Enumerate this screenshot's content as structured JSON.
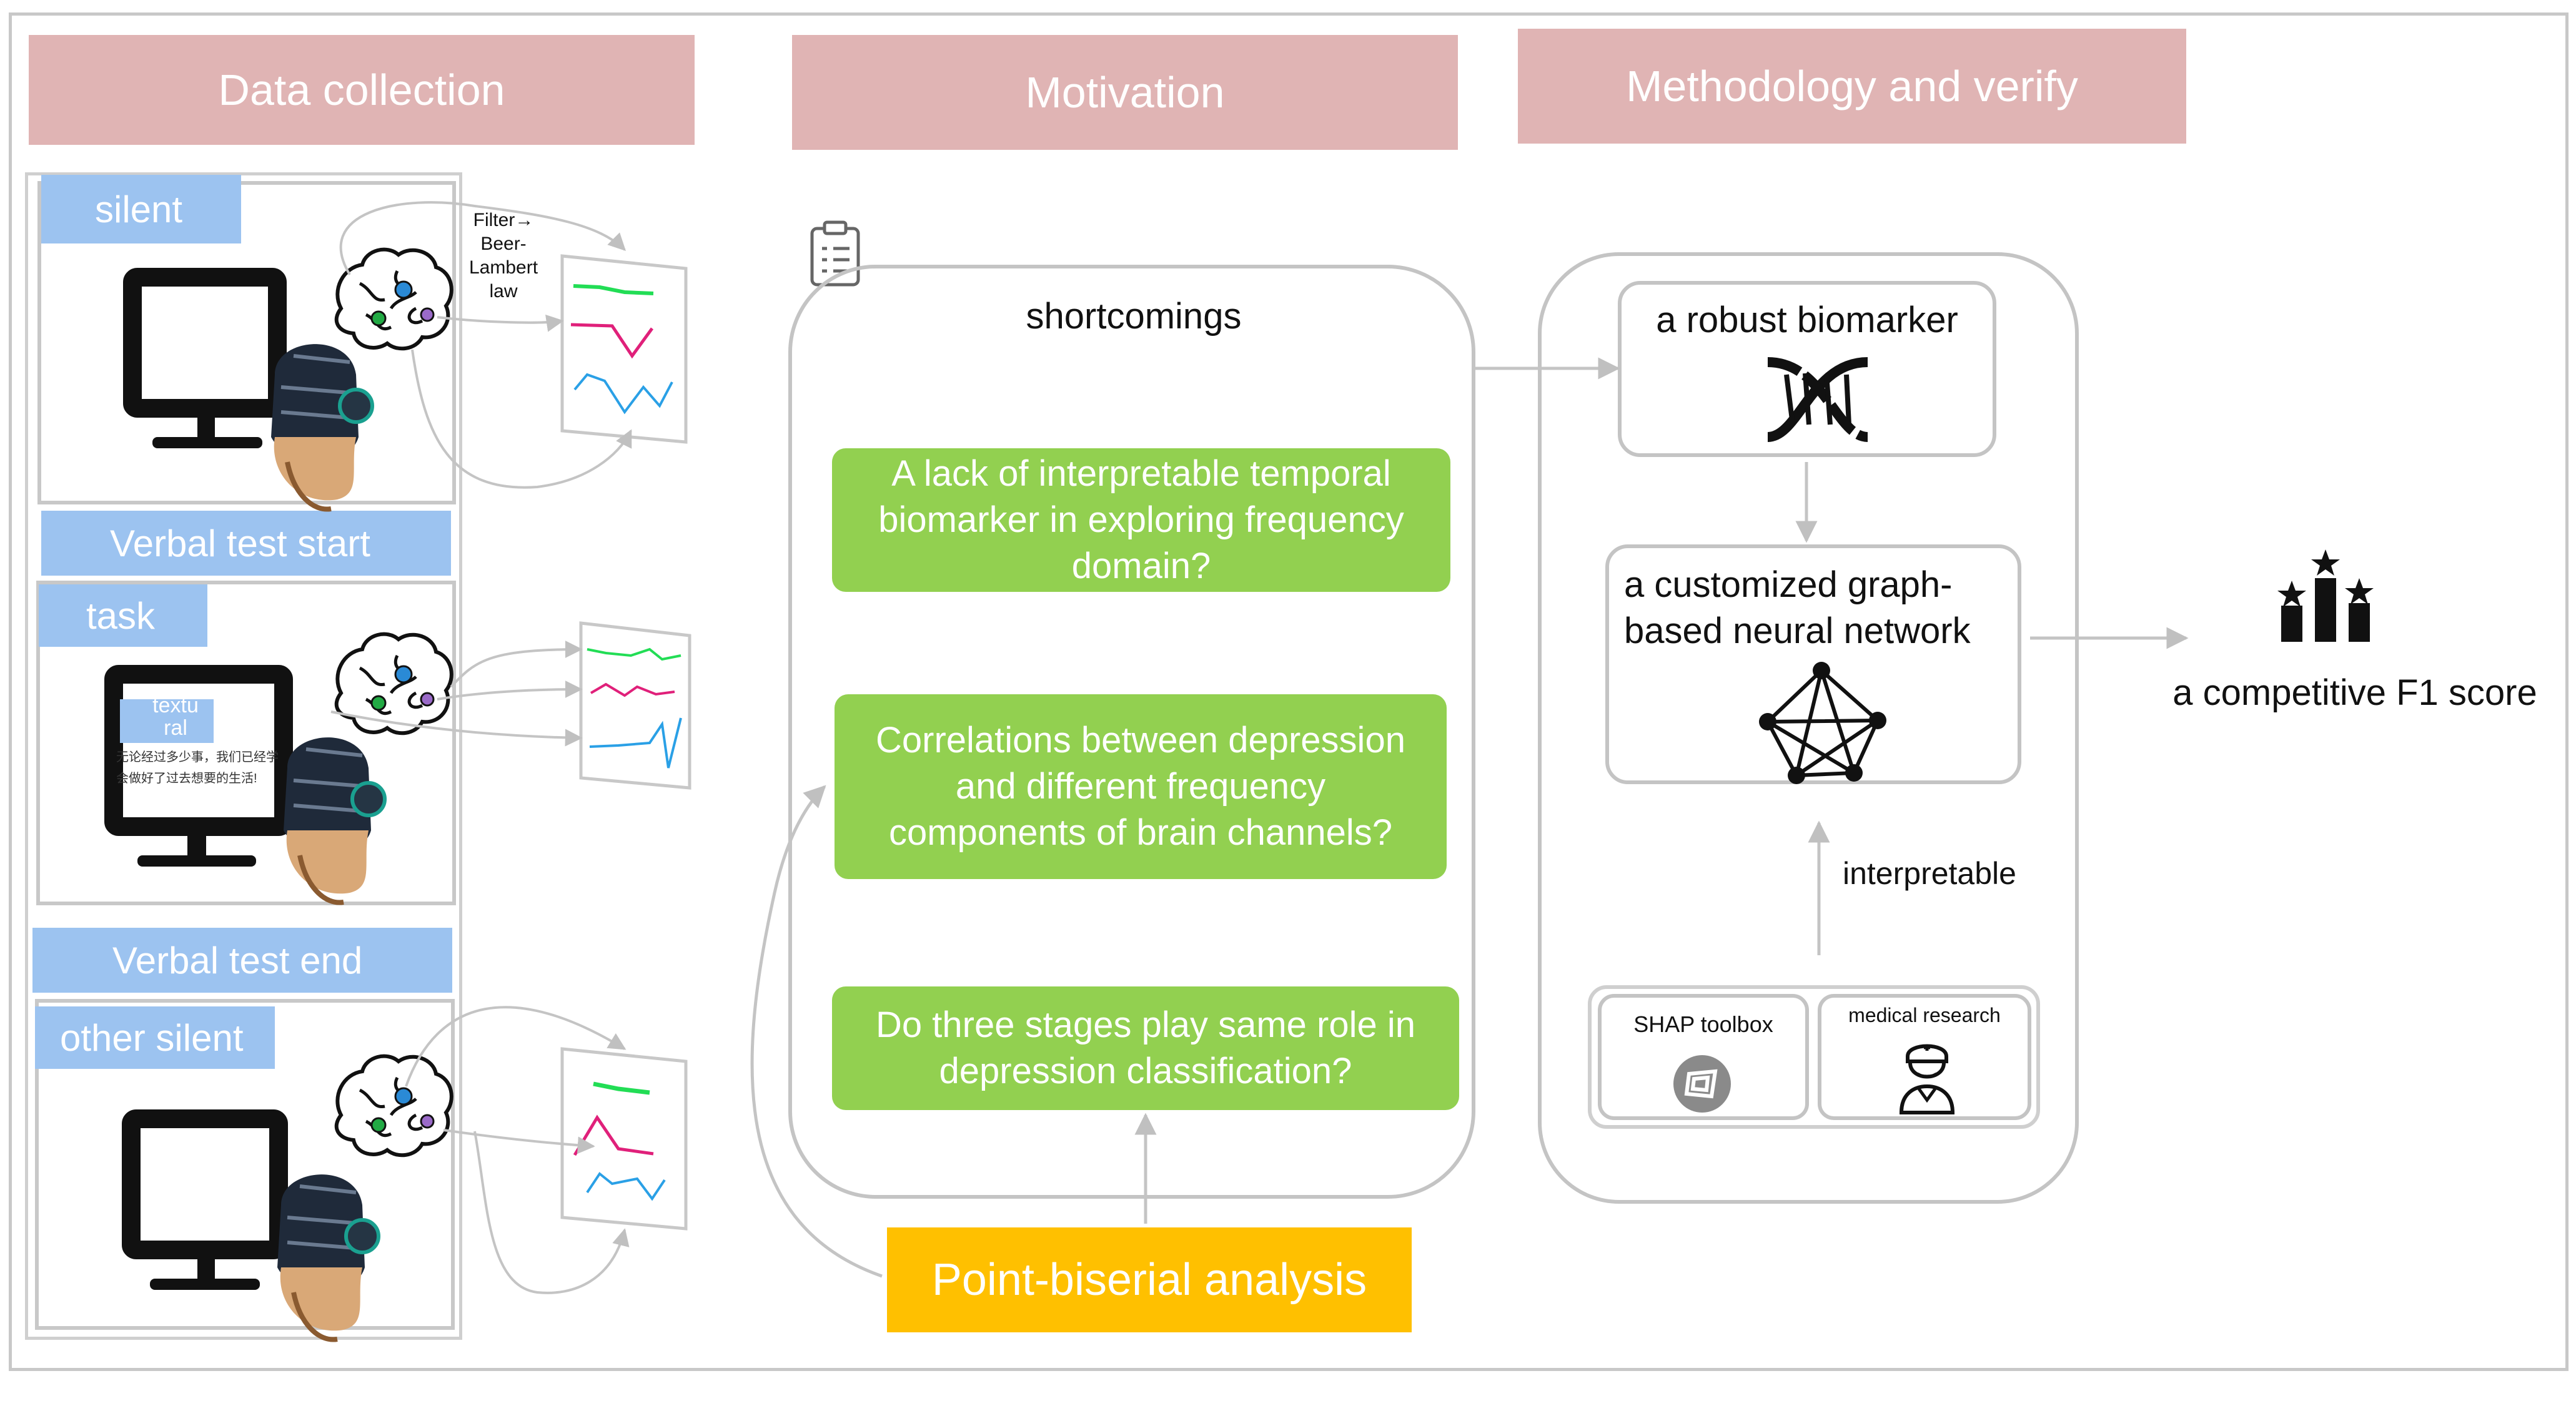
{
  "headers": {
    "data_collection": "Data collection",
    "motivation": "Motivation",
    "methodology": "Methodology and verify"
  },
  "data_collection": {
    "silent_label": "silent",
    "verbal_start_label": "Verbal test start",
    "task_label": "task",
    "verbal_end_label": "Verbal test end",
    "other_silent_label": "other silent",
    "filter_note": "Filter→\nBeer-\nLambert\nlaw",
    "screen_text_tag": "textu\nral",
    "screen_chinese_text": "无论经过多少事，我们已经学会做好了过去想要的生活!"
  },
  "motivation": {
    "shortcomings_title": "shortcomings",
    "q1": "A lack of interpretable temporal biomarker in exploring frequency domain?",
    "q2": "Correlations between depression and different frequency components of brain channels?",
    "q3": "Do three stages play same role in depression classification?",
    "analysis": "Point-biserial analysis"
  },
  "methodology": {
    "biomarker": "a robust biomarker",
    "network": "a customized graph-based neural network",
    "interpretable": "interpretable",
    "shap": "SHAP toolbox",
    "medical": "medical research"
  },
  "result": {
    "score": "a competitive F1 score"
  },
  "colors": {
    "header_bg": "#e0b4b4",
    "stage_label_bg": "#9cc3f0",
    "question_bg": "#92d050",
    "analysis_bg": "#ffc000",
    "border_gray": "#c8c8c8",
    "trace_green": "#22dd55",
    "trace_pink": "#e0207a",
    "trace_blue": "#2aa0e6"
  },
  "icons": [
    "clipboard-icon",
    "dna-icon",
    "graph-network-icon",
    "shap-logo-icon",
    "doctor-icon",
    "trophy-stars-icon",
    "brain-icon",
    "monitor-icon",
    "fnirs-headset-icon"
  ]
}
